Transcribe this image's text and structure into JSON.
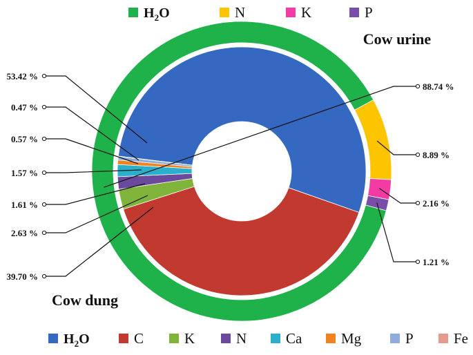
{
  "chart_data": [
    {
      "type": "pie",
      "ring": "outer",
      "title": "Cow urine",
      "categories": [
        "H2O",
        "N",
        "K",
        "P"
      ],
      "values": [
        88.74,
        8.89,
        2.16,
        1.21
      ],
      "labels": [
        "88.74 %",
        "8.89 %",
        "2.16 %",
        "1.21 %"
      ],
      "colors": [
        "#1fb24a",
        "#fdc400",
        "#f23ba3",
        "#7a4ea8"
      ],
      "legend_placement": "top"
    },
    {
      "type": "pie",
      "ring": "inner",
      "title": "Cow dung",
      "categories": [
        "H2O",
        "C",
        "K",
        "N",
        "Ca",
        "Mg",
        "P",
        "Fe"
      ],
      "values": [
        53.42,
        39.7,
        2.63,
        1.61,
        1.57,
        0.57,
        0.47,
        0.03
      ],
      "labels": [
        "53.42 %",
        "39.70 %",
        "2.63 %",
        "1.61 %",
        "1.57 %",
        "0.57 %",
        "0.47 %",
        ""
      ],
      "colors": [
        "#3568c0",
        "#c2392f",
        "#7fb33a",
        "#6b4a9e",
        "#2ab0cc",
        "#f0831e",
        "#8eaddc",
        "#e79a8e"
      ],
      "legend_placement": "bottom"
    }
  ]
}
